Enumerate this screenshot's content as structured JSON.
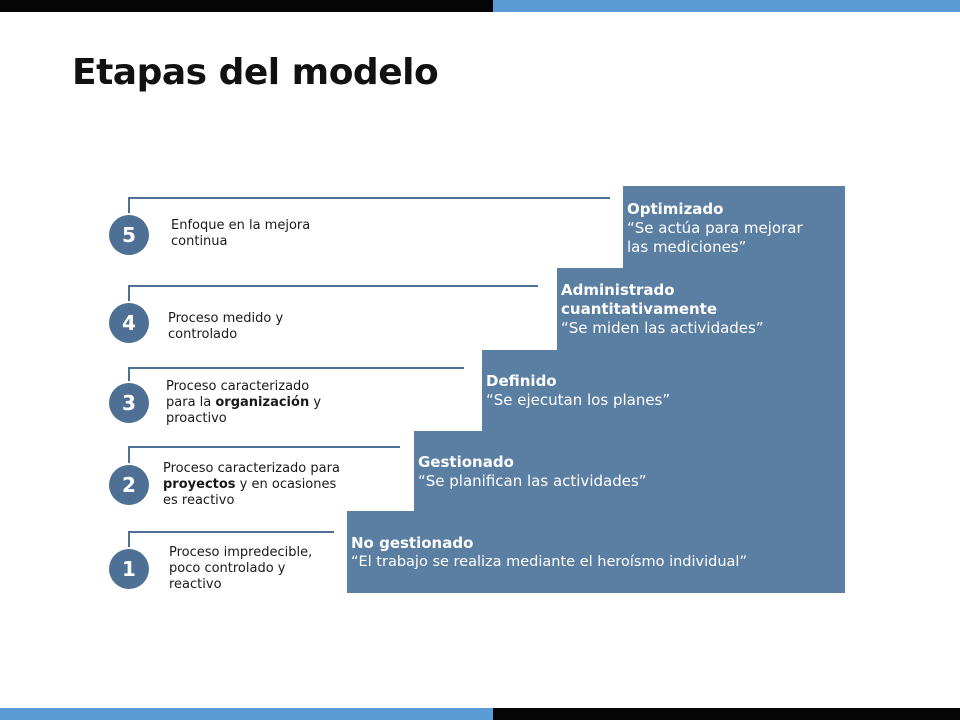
{
  "title": "Etapas del modelo",
  "colors": {
    "accent_blue": "#5b9bd5",
    "dark": "#050505",
    "step_blue": "#5b7fa3",
    "circle_blue": "#4e7094"
  },
  "levels": [
    {
      "number": "5",
      "description": "Enfoque en la mejora continua",
      "desc_line1": "Enfoque en la mejora",
      "desc_line2": "continua",
      "name": "Optimizado",
      "quote_line1": "“Se actúa para mejorar",
      "quote_line2": "las mediciones”"
    },
    {
      "number": "4",
      "description": "Proceso medido y controlado",
      "desc_line1": "Proceso medido y",
      "desc_line2": "controlado",
      "name_line1": "Administrado",
      "name_line2": "cuantitativamente",
      "quote": "“Se miden las actividades”"
    },
    {
      "number": "3",
      "desc_line1": "Proceso caracterizado",
      "desc_line2_a": "para la ",
      "desc_line2_b": "organización",
      "desc_line2_c": " y",
      "desc_line3": "proactivo",
      "name": "Definido",
      "quote": "“Se ejecutan los planes”"
    },
    {
      "number": "2",
      "desc_line1": "Proceso caracterizado para",
      "desc_line2_a": "proyectos",
      "desc_line2_b": " y en ocasiones",
      "desc_line3": "es reactivo",
      "name": "Gestionado",
      "quote": "“Se planifican las actividades”"
    },
    {
      "number": "1",
      "desc_line1": "Proceso impredecible,",
      "desc_line2": "poco controlado y",
      "desc_line3": "reactivo",
      "name": "No gestionado",
      "quote": "“El trabajo se realiza mediante el heroísmo individual”"
    }
  ]
}
